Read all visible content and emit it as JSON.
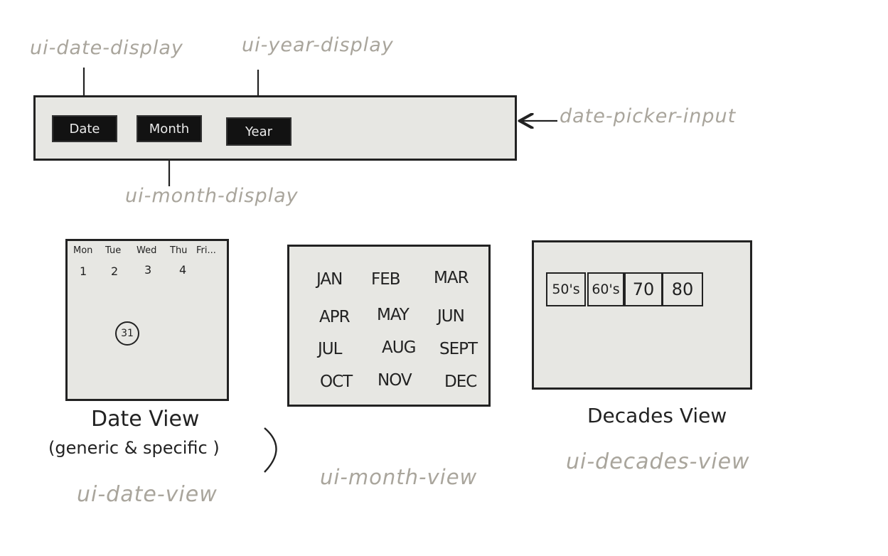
{
  "annotations": {
    "date_display": "ui-date-display",
    "year_display": "ui-year-display",
    "month_display": "ui-month-display",
    "picker_input": "date-picker-input",
    "date_view": "ui-date-view",
    "month_view": "ui-month-view",
    "decades_view": "ui-decades-view"
  },
  "input_bar": {
    "date_label": "Date",
    "month_label": "Month",
    "year_label": "Year"
  },
  "date_view": {
    "weekdays": [
      "Mon",
      "Tue",
      "Wed",
      "Thu",
      "Fri..."
    ],
    "days": [
      "1",
      "2",
      "3",
      "4"
    ],
    "selected_day": "31",
    "caption_line1": "Date View",
    "caption_line2": "(generic & specific )"
  },
  "month_view": {
    "months": [
      "JAN",
      "FEB",
      "MAR",
      "APR",
      "MAY",
      "JUN",
      "JUL",
      "AUG",
      "SEPT",
      "OCT",
      "NOV",
      "DEC"
    ]
  },
  "decades_view": {
    "decades": [
      "50's",
      "60's",
      "70",
      "80"
    ],
    "caption": "Decades View"
  },
  "colors": {
    "panel_bg": "#e7e7e3",
    "ink": "#222222",
    "annotation_grey": "#a9a59c",
    "chip_bg": "#121212"
  }
}
